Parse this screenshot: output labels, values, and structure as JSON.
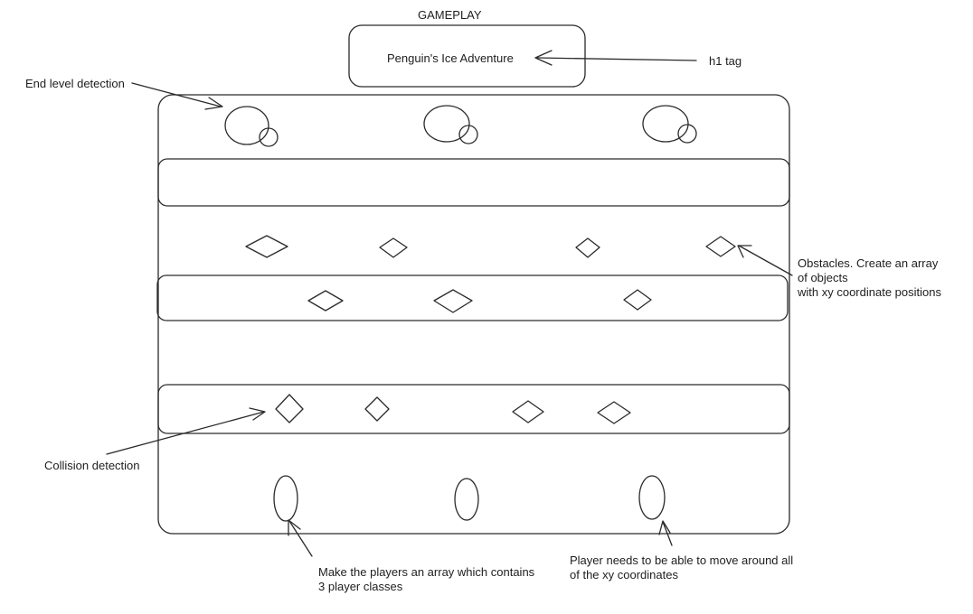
{
  "section_heading": "GAMEPLAY",
  "title_box": {
    "text": "Penguin's Ice Adventure"
  },
  "annotations": {
    "h1_tag": "h1 tag",
    "end_level": "End level detection",
    "obstacles": [
      "Obstacles. Create an array",
      "of objects",
      "with xy coordinate positions"
    ],
    "collision": "Collision detection",
    "players_array": [
      "Make the players an array which contains",
      "3 player classes"
    ],
    "player_move": [
      "Player needs to be able to move around all",
      "of the xy coordinates"
    ]
  },
  "goals_count": 3,
  "players_count": 3,
  "obstacle_lanes": [
    {
      "lane": "top",
      "obstacles": 4
    },
    {
      "lane": "middle",
      "obstacles": 3
    },
    {
      "lane": "bottom",
      "obstacles": 4
    }
  ]
}
